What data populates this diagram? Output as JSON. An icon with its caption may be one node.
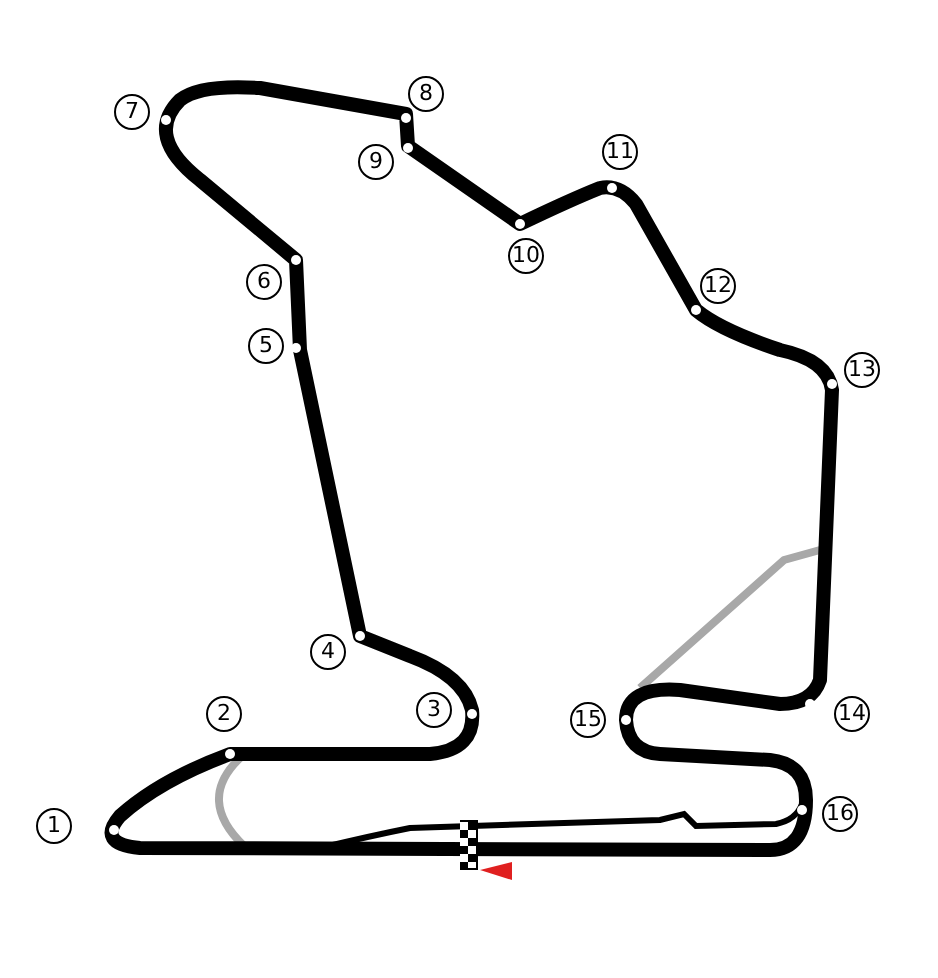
{
  "diagram": {
    "labels": [
      "1",
      "2",
      "3",
      "4",
      "5",
      "6",
      "7",
      "8",
      "9",
      "10",
      "11",
      "12",
      "13",
      "14",
      "15",
      "16"
    ]
  }
}
